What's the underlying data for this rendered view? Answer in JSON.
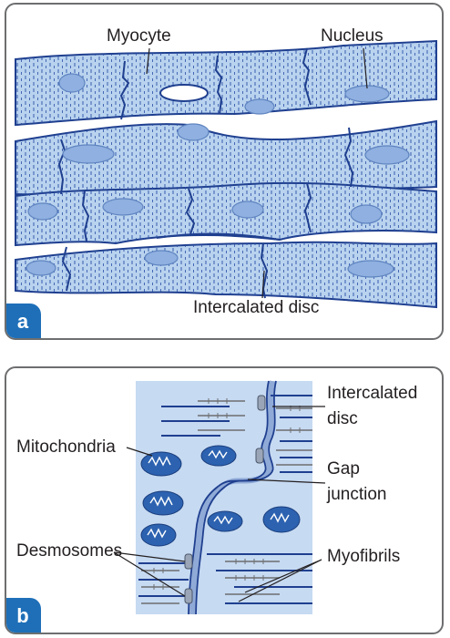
{
  "panel_a": {
    "badge": "a",
    "labels": {
      "myocyte": "Myocyte",
      "nucleus": "Nucleus",
      "intercalated_disc": "Intercalated disc"
    }
  },
  "panel_b": {
    "badge": "b",
    "labels": {
      "mitochondria": "Mitochondria",
      "desmosomes": "Desmosomes",
      "intercalated_disc_line1": "Intercalated",
      "intercalated_disc_line2": "disc",
      "gap_junction_line1": "Gap",
      "gap_junction_line2": "junction",
      "myofibrils": "Myofibrils"
    }
  },
  "colors": {
    "cell_fill": "#b9d3ef",
    "cell_outline": "#1f3f8f",
    "nucleus_fill": "#8fb0e0",
    "mito_fill": "#2c62b0",
    "badge": "#1e6fb8",
    "panel_border": "#6d6e70"
  }
}
